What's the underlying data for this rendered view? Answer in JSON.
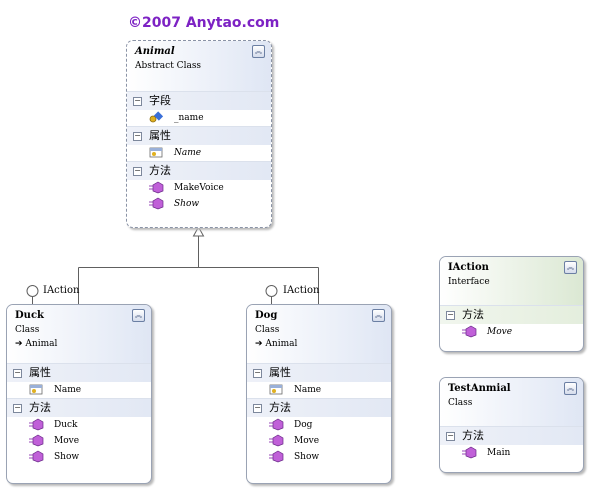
{
  "watermark": "©2007 Anytao.com",
  "section_labels": {
    "fields": "字段",
    "properties": "属性",
    "methods": "方法"
  },
  "icons": {
    "collapse": "double-chevron-up-icon",
    "section_toggle": "minus-box-icon",
    "field": "key-field-icon",
    "property": "property-card-icon",
    "method": "purple-cube-method-icon",
    "inheritance": "arrow-right-icon"
  },
  "colors": {
    "class_header": "#dfe6f4",
    "interface_header": "#dbe8d3",
    "method_icon": "#b44ad0",
    "watermark": "#7d22c4"
  },
  "classes": {
    "animal": {
      "name": "Animal",
      "kind": "Abstract Class",
      "fields": [
        "_name"
      ],
      "properties": [
        "Name"
      ],
      "methods": [
        "MakeVoice",
        "Show"
      ]
    },
    "duck": {
      "name": "Duck",
      "kind": "Class",
      "base": "Animal",
      "interface": "IAction",
      "properties": [
        "Name"
      ],
      "methods": [
        "Duck",
        "Move",
        "Show"
      ]
    },
    "dog": {
      "name": "Dog",
      "kind": "Class",
      "base": "Animal",
      "interface": "IAction",
      "properties": [
        "Name"
      ],
      "methods": [
        "Dog",
        "Move",
        "Show"
      ]
    },
    "iaction": {
      "name": "IAction",
      "kind": "Interface",
      "methods": [
        "Move"
      ]
    },
    "testanmial": {
      "name": "TestAnmial",
      "kind": "Class",
      "methods": [
        "Main"
      ]
    }
  }
}
